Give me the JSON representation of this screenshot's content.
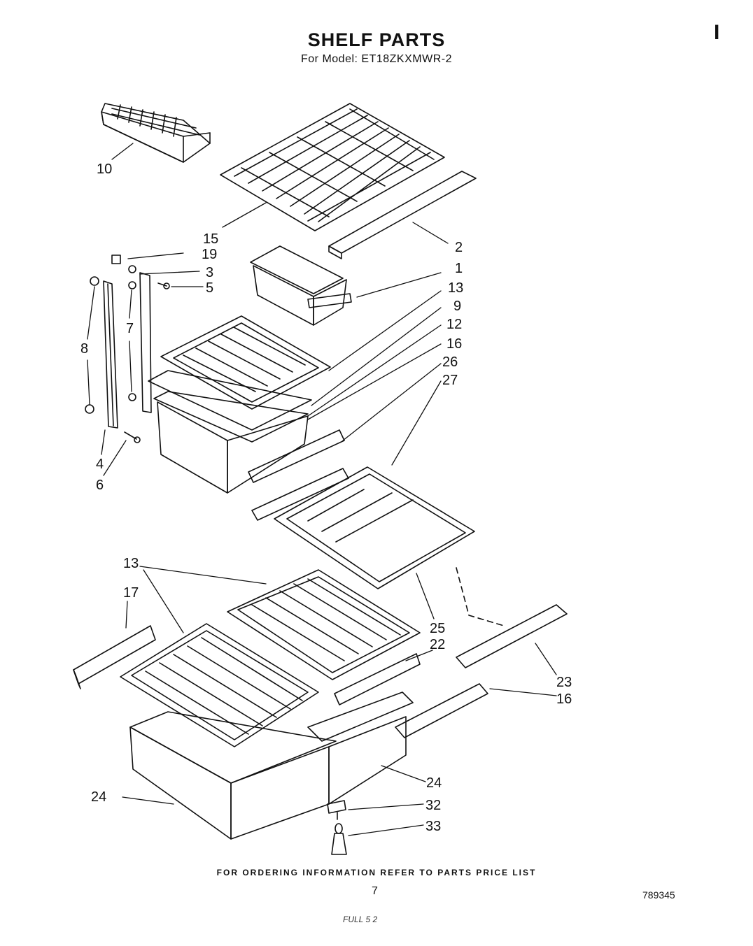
{
  "header": {
    "title": "SHELF PARTS",
    "subtitle": "For Model: ET18ZKXMWR-2",
    "corner_mark": "I"
  },
  "callouts": {
    "c10": "10",
    "c15": "15",
    "c2": "2",
    "c19": "19",
    "c3": "3",
    "c5": "5",
    "c7": "7",
    "c8": "8",
    "c1": "1",
    "c13a": "13",
    "c9": "9",
    "c12": "12",
    "c16a": "16",
    "c26": "26",
    "c27": "27",
    "c4": "4",
    "c6": "6",
    "c13b": "13",
    "c17": "17",
    "c25": "25",
    "c22": "22",
    "c23": "23",
    "c16b": "16",
    "c24a": "24",
    "c24b": "24",
    "c32": "32",
    "c33": "33"
  },
  "footer": {
    "ordering_note": "FOR ORDERING INFORMATION REFER TO PARTS PRICE LIST",
    "page_number": "7",
    "doc_number": "789345",
    "scribble": "FULL 5 2"
  }
}
